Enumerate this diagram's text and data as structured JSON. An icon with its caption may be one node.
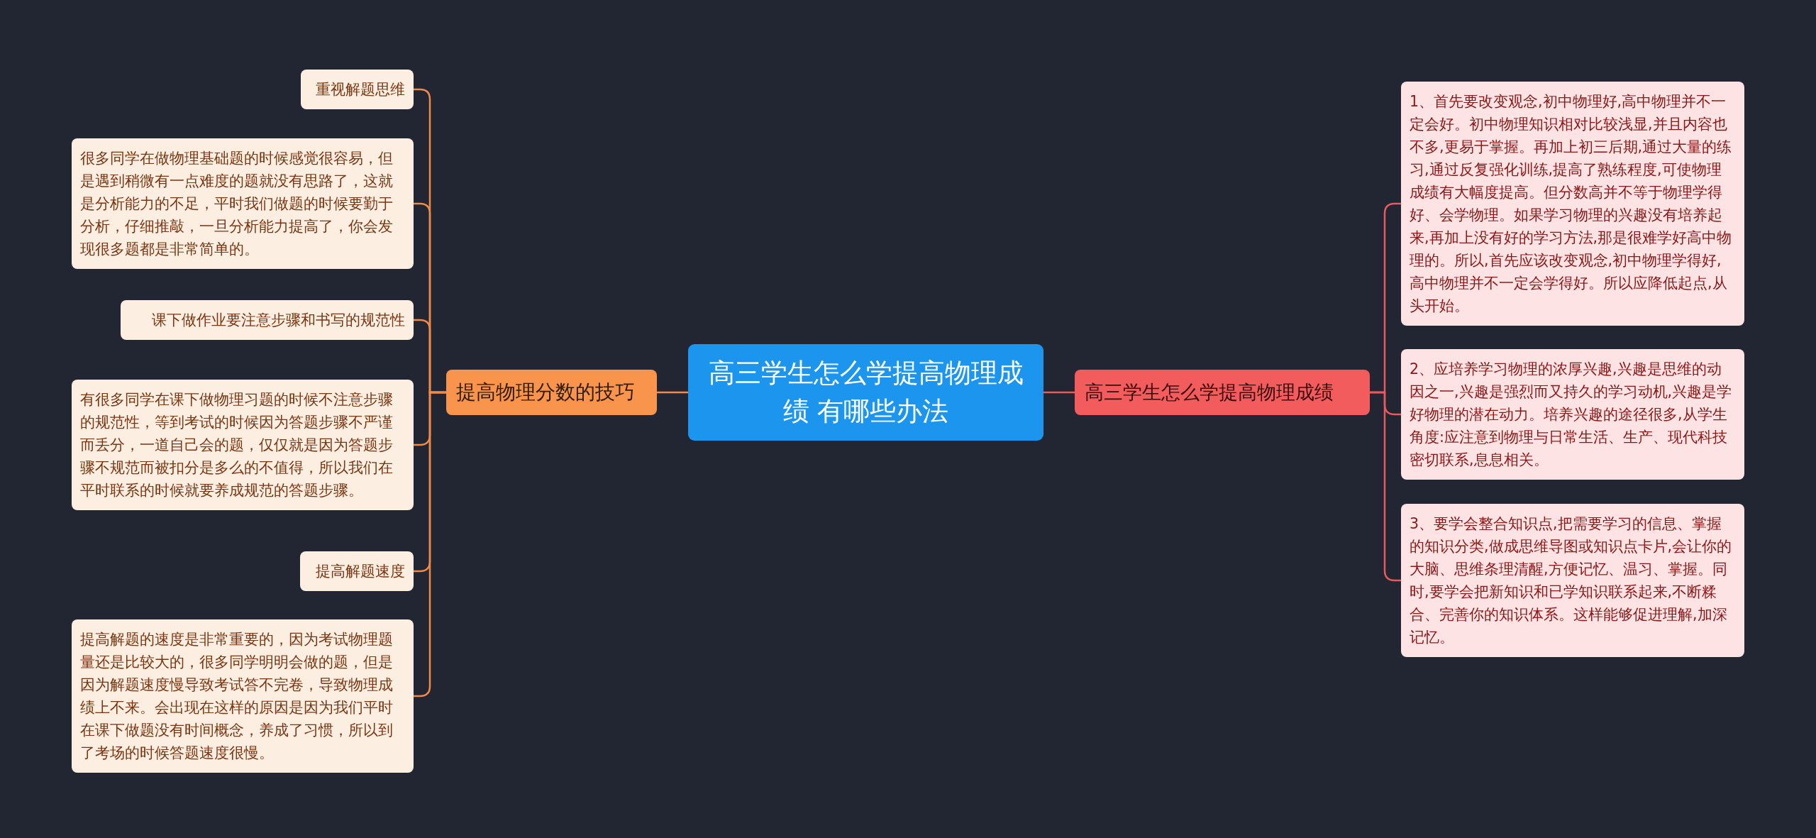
{
  "diagram": {
    "nodes": [
      {
        "text": [
          "高三学生怎么学提高物理成绩 有哪些办法"
        ]
      },
      {
        "text": [
          "提高物理分数的技巧"
        ]
      },
      {
        "text": [
          "重视解题思维"
        ]
      },
      {
        "text": [
          "很多同学在做物理基础题的时候感觉很容易，但是遇到稍微有一点难度的题就没有思路了，这就是分析能力的不足，平时我们做题的时候要勤于分析，仔细推敲，一旦分析能力提高了，你会发现很多题都是非常简单的。"
        ]
      },
      {
        "text": [
          "课下做作业要注意步骤和书写的规范性"
        ]
      },
      {
        "text": [
          "有很多同学在课下做物理习题的时候不注意步骤的规范性，等到考试的时候因为答题步骤不严谨而丢分，一道自己会的题，仅仅就是因为答题步骤不规范而被扣分是多么的不值得，所以我们在平时联系的时候就要养成规范的答题步骤。"
        ]
      },
      {
        "text": [
          "提高解题速度"
        ]
      },
      {
        "text": [
          "提高解题的速度是非常重要的，因为考试物理题量还是比较大的，很多同学明明会做的题，但是因为解题速度慢导致考试答不完卷，导致物理成绩上不来。会出现在这样的原因是因为我们平时在课下做题没有时间概念，养成了习惯，所以到了考场的时候答题速度很慢。"
        ]
      },
      {
        "text": [
          "高三学生怎么学提高物理成绩"
        ]
      },
      {
        "text": [
          "1、首先要改变观念,初中物理好,高中物理并不一定会好。初中物理知识相对比较浅显,并且内容也不多,更易于掌握。再加上初三后期,通过大量的练习,通过反复强化训练,提高了熟练程度,可使物理成绩有大幅度提高。但分数高并不等于物理学得好、会学物理。如果学习物理的兴趣没有培养起来,再加上没有好的学习方法,那是很难学好高中物理的。所以,首先应该改变观念,初中物理学得好,高中物理并不一定会学得好。所以应降低起点,从头开始。"
        ]
      },
      {
        "text": [
          "2、应培养学习物理的浓厚兴趣,兴趣是思维的动因之一,兴趣是强烈而又持久的学习动机,兴趣是学好物理的潜在动力。培养兴趣的途径很多,从学生角度:应注意到物理与日常生活、生产、现代科技密切联系,息息相关。"
        ]
      },
      {
        "text": [
          "3、要学会整合知识点,把需要学习的信息、掌握的知识分类,做成思维导图或知识点卡片,会让你的大脑、思维条理清醒,方便记忆、温习、掌握。同时,要学会把新知识和已学知识联系起来,不断糅合、完善你的知识体系。这样能够促进理解,加深记忆。"
        ]
      }
    ],
    "edges": [
      {
        "from": 0,
        "to": 1,
        "arrow": "none"
      },
      {
        "from": 1,
        "to": 2,
        "arrow": "none"
      },
      {
        "from": 1,
        "to": 3,
        "arrow": "none"
      },
      {
        "from": 1,
        "to": 4,
        "arrow": "none"
      },
      {
        "from": 1,
        "to": 5,
        "arrow": "none"
      },
      {
        "from": 1,
        "to": 6,
        "arrow": "none"
      },
      {
        "from": 1,
        "to": 7,
        "arrow": "none"
      },
      {
        "from": 0,
        "to": 8,
        "arrow": "none",
        "color": "#e85a5c"
      },
      {
        "from": 8,
        "to": 9,
        "arrow": "none",
        "color": "#e85a5c"
      },
      {
        "from": 8,
        "to": 10,
        "arrow": "none",
        "color": "#e85a5c"
      },
      {
        "from": 8,
        "to": 11,
        "arrow": "none",
        "color": "#e85a5c"
      }
    ]
  }
}
